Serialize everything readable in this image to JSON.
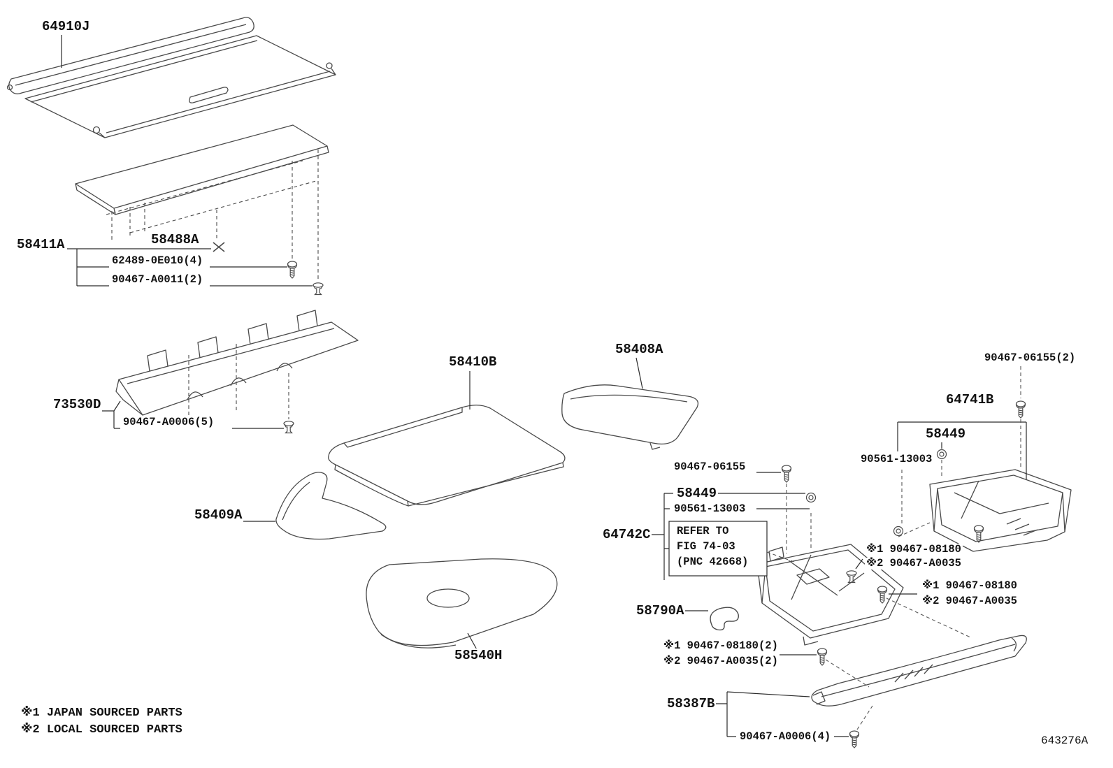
{
  "diagram": {
    "code": "643276A",
    "footnotes": {
      "japan": "※1 JAPAN SOURCED PARTS",
      "local": "※2 LOCAL SOURCED PARTS"
    },
    "parts": {
      "cover": "64910J",
      "board_upper": "58411A",
      "clip_58488": "58488A",
      "screw_62489": "62489-0E010(4)",
      "clip_a0011": "90467-A0011(2)",
      "bracket": "73530D",
      "clip_a0006_5": "90467-A0006(5)",
      "floor_board": "58410B",
      "panel_rh": "58408A",
      "panel_lh": "58409A",
      "wheel_cover": "58540H",
      "screw_06155_2": "90467-06155(2)",
      "box": "64741B",
      "nut_58449": "58449",
      "grommet_90561": "90561-13003",
      "screw_06155": "90467-06155",
      "tray": "64742C",
      "refer_line1": "REFER TO",
      "refer_line2": "FIG 74-03",
      "refer_line3": "(PNC 42668)",
      "screw_08180": "※1 90467-08180",
      "clip_a0035": "※2 90467-A0035",
      "screw_08180_2": "※1 90467-08180(2)",
      "clip_a0035_2": "※2 90467-A0035(2)",
      "hook": "58790A",
      "sill_plate": "58387B",
      "screw_a0006_4": "90467-A0006(4)"
    }
  }
}
